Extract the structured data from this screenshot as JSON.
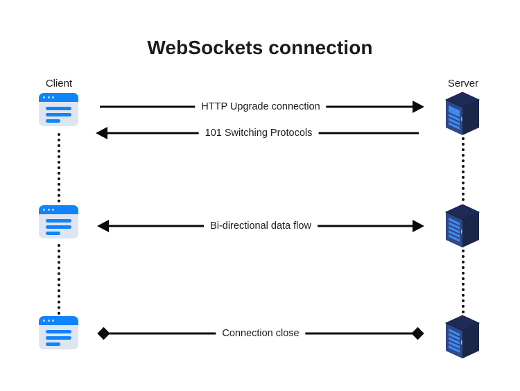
{
  "diagram": {
    "title": "WebSockets connection",
    "background_color": "#ffffff",
    "text_color": "#1b1b1b",
    "line_color": "#0a0a0a",
    "accent_blue": "#1184fb",
    "server_navy": "#253a73",
    "actors": [
      {
        "id": "client",
        "label": "Client",
        "icon": "browser-window-icon",
        "side": "left"
      },
      {
        "id": "server",
        "label": "Server",
        "icon": "server-rack-icon",
        "side": "right"
      }
    ],
    "messages": [
      {
        "id": "http-upgrade",
        "label": "HTTP Upgrade connection",
        "from": "client",
        "to": "server",
        "direction": "right",
        "left_cap": "flat",
        "right_cap": "arrow"
      },
      {
        "id": "switching-protocols",
        "label": "101 Switching Protocols",
        "from": "server",
        "to": "client",
        "direction": "left",
        "left_cap": "arrow",
        "right_cap": "flat"
      },
      {
        "id": "bidirectional-data",
        "label": "Bi-directional data flow",
        "from": "client",
        "to": "server",
        "direction": "both",
        "left_cap": "arrow",
        "right_cap": "arrow"
      },
      {
        "id": "connection-close",
        "label": "Connection close",
        "from": "client",
        "to": "server",
        "direction": "both",
        "left_cap": "diamond",
        "right_cap": "diamond"
      }
    ]
  }
}
